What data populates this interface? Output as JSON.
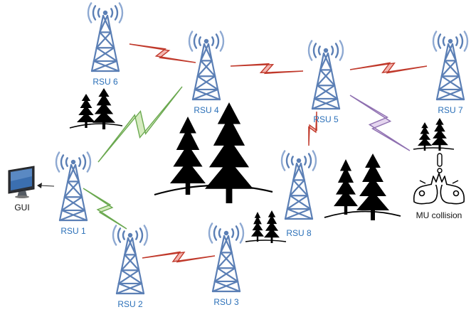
{
  "colors": {
    "tower_stroke": "#5b7fb5",
    "tower_stroke_light": "#8ea9d2",
    "label_blue": "#2a6fb8",
    "link_red_fill": "#f4b6b1",
    "link_red_stroke": "#c0392b",
    "link_green_fill": "#d6ecc0",
    "link_green_stroke": "#6aa84f",
    "link_purple_fill": "#e5d6ef",
    "link_purple_stroke": "#8e6fb0",
    "tree_fill": "#000000",
    "monitor_screen": "#3b6fb0"
  },
  "labels": {
    "rsu1": "RSU 1",
    "rsu2": "RSU 2",
    "rsu3": "RSU 3",
    "rsu4": "RSU 4",
    "rsu5": "RSU 5",
    "rsu6": "RSU 6",
    "rsu7": "RSU 7",
    "rsu8": "RSU 8",
    "gui": "GUI",
    "collision": "MU collision"
  },
  "icons": [
    "radio-tower-icon",
    "tree-cluster-icon",
    "monitor-icon",
    "car-collision-icon",
    "exclamation-icon"
  ]
}
